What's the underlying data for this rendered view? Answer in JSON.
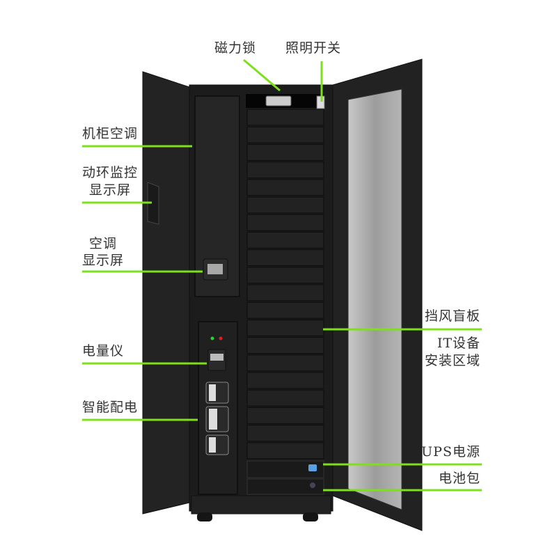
{
  "colors": {
    "leader": "#7ee01c",
    "cabinet": "#1e1e1e",
    "glass": "#a9a9a9"
  },
  "labels": {
    "magnetic_lock": "磁力锁",
    "light_switch": "照明开关",
    "cabinet_ac": "机柜空调",
    "env_monitor_line1": "动环监控",
    "env_monitor_line2": "显示屏",
    "ac_display_line1": "空调",
    "ac_display_line2": "显示屏",
    "power_meter": "电量仪",
    "smart_pdu": "智能配电",
    "blanking_panel": "挡风盲板",
    "it_area_line1": "IT设备",
    "it_area_line2": "安装区域",
    "ups": "UPS电源",
    "battery": "电池包"
  }
}
